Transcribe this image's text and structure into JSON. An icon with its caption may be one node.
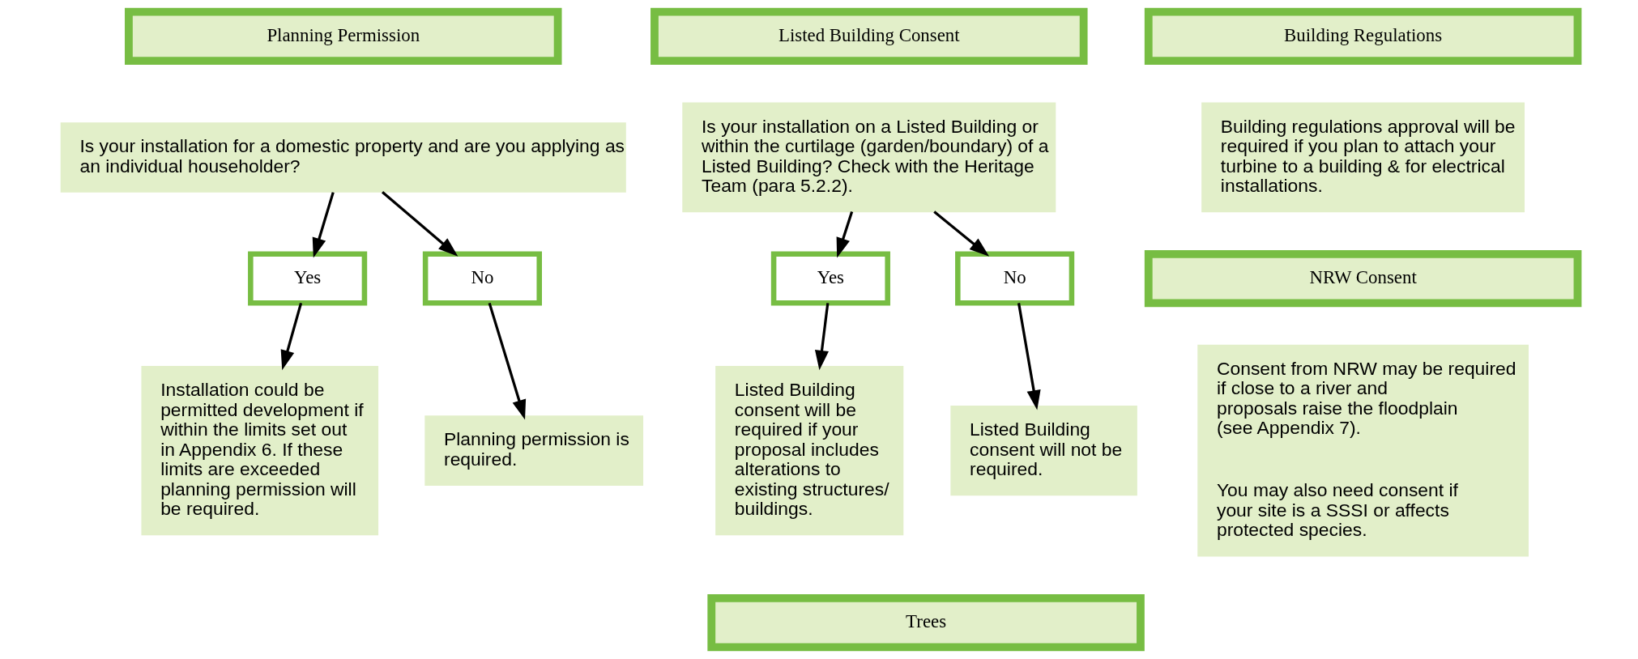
{
  "diagram": {
    "nodes": [
      {
        "text": [
          "Planning Permission"
        ]
      },
      {
        "text": [
          "Is your installation for a domestic property and are you applying as an individual householder?"
        ]
      },
      {
        "text": [
          "Yes"
        ]
      },
      {
        "text": [
          "No"
        ]
      },
      {
        "text": [
          "Installation could be permitted development if within the limits set out in Appendix 6. If these limits are exceeded planning permission will be required."
        ]
      },
      {
        "text": [
          "Planning permission is required."
        ]
      },
      {
        "text": [
          "Listed Building Consent"
        ]
      },
      {
        "text": [
          "Is your installation on a Listed Building or within the curtilage (garden/boundary) of a Listed Building? Check with the Heritage Team (para 5.2.2)."
        ]
      },
      {
        "text": [
          "Yes"
        ]
      },
      {
        "text": [
          "No"
        ]
      },
      {
        "text": [
          "Listed Building consent will be required if your proposal includes alterations to existing structures/ buildings."
        ]
      },
      {
        "text": [
          "Listed Building consent will not be required."
        ]
      },
      {
        "text": [
          "Building Regulations"
        ]
      },
      {
        "text": [
          "Building regulations approval will be required if you plan to attach your turbine to a building & for electrical installations."
        ]
      },
      {
        "text": [
          "NRW Consent"
        ]
      },
      {
        "text": [
          "Consent from NRW may be required if close to a river and proposals raise the floodplain (see Appendix 7).",
          "You may also need consent if your site is a SSSI or affects protected species."
        ]
      },
      {
        "text": [
          "Trees"
        ]
      }
    ],
    "edges": [
      {
        "from": 1,
        "to": 2,
        "arrow": "to"
      },
      {
        "from": 1,
        "to": 3,
        "arrow": "to"
      },
      {
        "from": 2,
        "to": 4,
        "arrow": "to"
      },
      {
        "from": 3,
        "to": 5,
        "arrow": "to"
      },
      {
        "from": 7,
        "to": 8,
        "arrow": "to"
      },
      {
        "from": 7,
        "to": 9,
        "arrow": "to"
      },
      {
        "from": 8,
        "to": 10,
        "arrow": "to"
      },
      {
        "from": 9,
        "to": 11,
        "arrow": "to"
      }
    ]
  }
}
